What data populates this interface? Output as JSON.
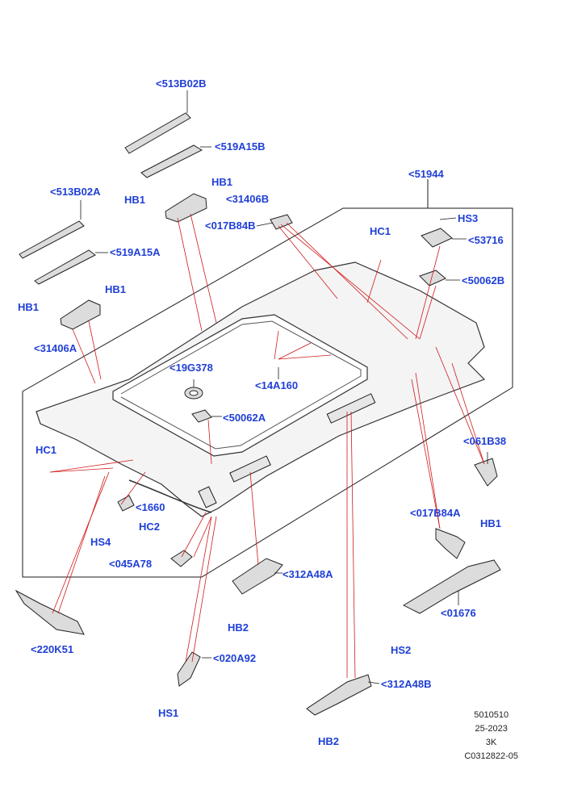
{
  "callouts": {
    "c513B02B": "<513B02B",
    "c519A15B": "<519A15B",
    "c513B02A": "<513B02A",
    "c519A15A": "<519A15A",
    "cHB1_top": "HB1",
    "cHB1_topleft": "HB1",
    "c31406B": "<31406B",
    "cHB1_mid": "HB1",
    "cHB1_midleft": "HB1",
    "c31406A": "<31406A",
    "c51944": "<51944",
    "c017B84B": "<017B84B",
    "cHS3": "HS3",
    "cHC1_top": "HC1",
    "c53716": "<53716",
    "c50062B": "<50062B",
    "c19G378": "<19G378",
    "c14A160": "<14A160",
    "c50062A": "<50062A",
    "c061B38": "<061B38",
    "cHC1_left": "HC1",
    "c1660": "<1660",
    "cHC2": "HC2",
    "cHS4": "HS4",
    "c017B84A": "<017B84A",
    "cHB1_right": "HB1",
    "c045A78": "<045A78",
    "c312A48A": "<312A48A",
    "c01676": "<01676",
    "cHB2_a": "HB2",
    "c220K51": "<220K51",
    "cHS2": "HS2",
    "c020A92": "<020A92",
    "c312A48B": "<312A48B",
    "cHS1": "HS1",
    "cHB2_b": "HB2"
  },
  "footer": {
    "line1": "5010510",
    "line2": "25-2023",
    "line3": "3K",
    "line4": "C0312822-05"
  },
  "colors": {
    "callout": "#1f3fd6",
    "leader": "#d11a1a",
    "drawing": "#1a1a1a"
  }
}
